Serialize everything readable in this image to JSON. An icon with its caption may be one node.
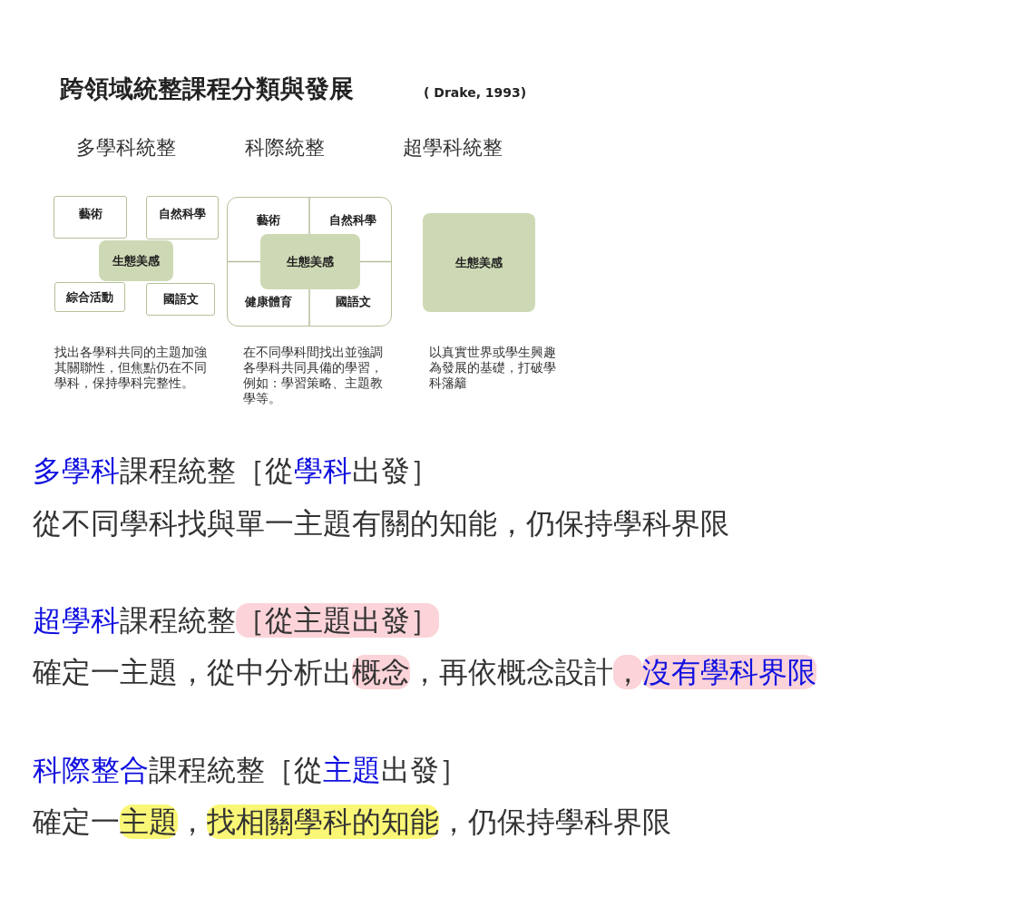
{
  "diagram": {
    "title": "跨領域統整課程分類與發展",
    "nodes": [
      {
        "text": [
          "藝術"
        ]
      },
      {
        "text": [
          "自然科學"
        ]
      },
      {
        "text": [
          "生態美感"
        ]
      },
      {
        "text": [
          "綜合活動"
        ]
      },
      {
        "text": [
          "國語文"
        ]
      },
      {
        "text": [],
        "shape": "box"
      },
      {
        "text": [
          "藝術"
        ],
        "in": 5
      },
      {
        "text": [
          "自然科學"
        ],
        "in": 5
      },
      {
        "text": [
          "健康體育"
        ],
        "in": 5
      },
      {
        "text": [
          "國語文"
        ],
        "in": 5
      },
      {
        "text": [
          "生態美感"
        ],
        "in": 5
      },
      {
        "text": [
          "生態美感"
        ]
      }
    ],
    "labels": [
      "( Drake, 1993)",
      "多學科統整",
      "科際統整",
      "超學科統整",
      "找出各學科共同的主題加強其關聯性，但焦點仍在不同學科，保持學科完整性。",
      "在不同學科間找出並強調各學科共同具備的學習，例如：學習策略、主題教學等。",
      "以真實世界或學生興趣為發展的基礎，打破學科籓籬",
      "**多學科**課程統整［從**學科**出發］",
      "從不同學科找與單一主題有關的知能，仍保持學科界限",
      "**超學科**課程統整［從主題出發］",
      "確定一主題，從中分析出概念，再依概念設計，**沒有學科界限**",
      "**科際整合**課程統整［從**主題**出發］",
      "確定一主題，找相關學科的知能，仍保持學科界限"
    ]
  }
}
